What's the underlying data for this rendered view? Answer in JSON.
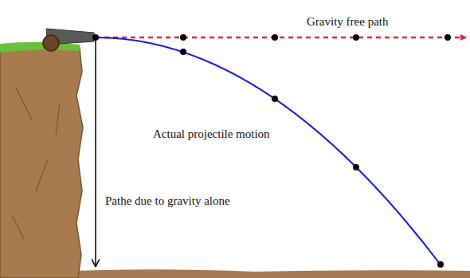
{
  "diagram": {
    "labels": [
      "Gravity free path",
      "Actual projectile motion",
      "Pathe due to gravity alone"
    ]
  }
}
